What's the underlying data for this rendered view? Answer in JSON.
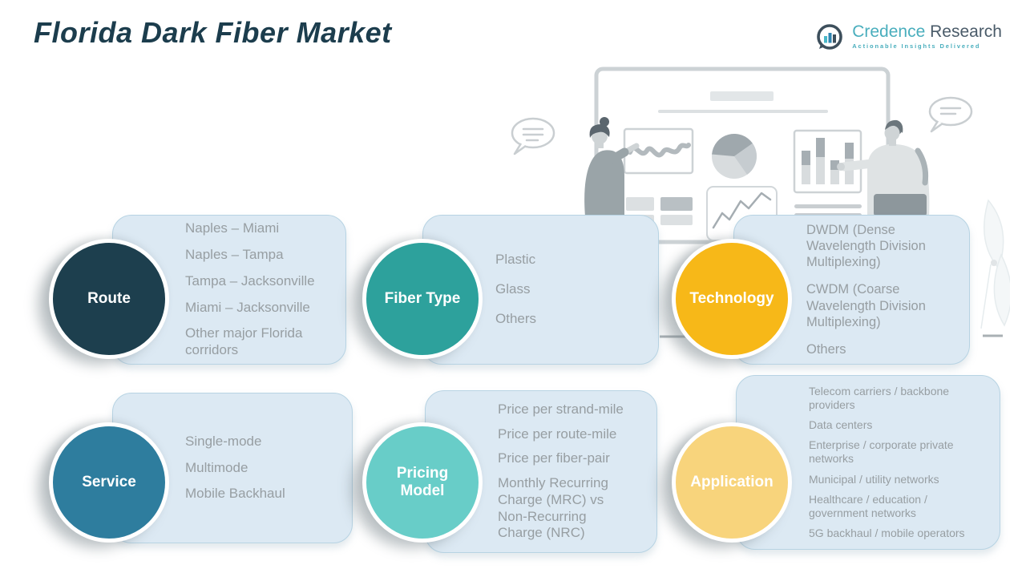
{
  "title": "Florida Dark Fiber Market",
  "logo": {
    "name_primary": "Credence",
    "name_secondary": " Research",
    "tagline": "Actionable Insights Delivered"
  },
  "colors": {
    "title_text": "#1c3d4d",
    "panel_bg": "#dce9f3",
    "panel_border": "#b7d3e3",
    "item_text": "#979ea2",
    "logo_teal": "#49aebd",
    "logo_slate": "#4a5b69"
  },
  "sections": [
    {
      "id": "route",
      "label": "Route",
      "circle_color": "#1d3f4e",
      "items": [
        "Naples – Miami",
        "Naples – Tampa",
        "Tampa – Jacksonville",
        "Miami – Jacksonville",
        "Other major Florida corridors"
      ]
    },
    {
      "id": "fiber-type",
      "label": "Fiber Type",
      "circle_color": "#2da19c",
      "items": [
        "Plastic",
        "Glass",
        "Others"
      ]
    },
    {
      "id": "technology",
      "label": "Technology",
      "circle_color": "#f7b818",
      "items": [
        "DWDM (Dense Wavelength Division Multiplexing)",
        "CWDM (Coarse Wavelength Division Multiplexing)",
        "Others"
      ]
    },
    {
      "id": "service",
      "label": "Service",
      "circle_color": "#2e7d9e",
      "items": [
        "Single-mode",
        "Multimode",
        "Mobile Backhaul"
      ]
    },
    {
      "id": "pricing-model",
      "label": "Pricing Model",
      "circle_color": "#68cdc8",
      "items": [
        "Price per strand-mile",
        "Price per route-mile",
        "Price per fiber-pair",
        "Monthly Recurring Charge (MRC) vs Non-Recurring Charge (NRC)"
      ]
    },
    {
      "id": "application",
      "label": "Application",
      "circle_color": "#f8d47c",
      "items": [
        "Telecom carriers / backbone providers",
        "Data centers",
        "Enterprise / corporate private networks",
        "Municipal / utility networks",
        "Healthcare / education / government networks",
        "5G backhaul / mobile operators"
      ]
    }
  ],
  "illustration": {
    "description": "Two presenters at a whiteboard with charts",
    "icons": [
      "speech-bubble-icon",
      "line-chart-icon",
      "pie-chart-icon",
      "bar-chart-icon",
      "trend-chart-icon",
      "leaf-decoration"
    ]
  }
}
